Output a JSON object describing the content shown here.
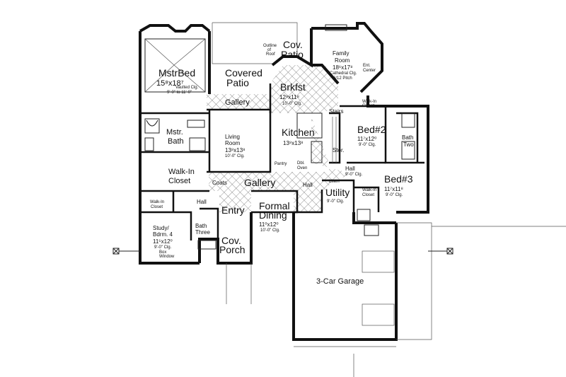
{
  "rooms": {
    "master_bed": {
      "name": "MstrBed",
      "size": "15⁸x18⁷",
      "note1": "Vaulted Clg.",
      "note2": "9'-0\" to 11'-0\""
    },
    "covered_patio": {
      "line1": "Covered",
      "line2": "Patio"
    },
    "cov_patio": {
      "line1": "Cov.",
      "line2": "Patio"
    },
    "outline_roof": {
      "line1": "Outline",
      "line2": "of",
      "line3": "Roof"
    },
    "family_room": {
      "line1": "Family",
      "line2": "Room",
      "size": "18⁶x17⁸",
      "note1": "Cathedral Clg.",
      "note2": "6/12 Pitch"
    },
    "ent_center": {
      "line1": "Ent.",
      "line2": "Center"
    },
    "breakfast": {
      "name": "Brkfst",
      "size": "12⁸x11⁸",
      "note": "10'-0\" Clg."
    },
    "gallery_top": {
      "name": "Gallery"
    },
    "walkin_closet_right": {
      "line1": "Walk-In",
      "line2": "Closet"
    },
    "stairs": {
      "name": "Stairs"
    },
    "mstr_bath": {
      "line1": "Mstr.",
      "line2": "Bath"
    },
    "living_room": {
      "line1": "Living",
      "line2": "Room",
      "size": "13⁸x13⁸",
      "note": "10'-0\" Clg."
    },
    "kitchen": {
      "name": "Kitchen",
      "size": "13⁸x13⁸"
    },
    "bed2": {
      "name": "Bed#2",
      "size": "11⁷x12⁰",
      "note": "9'-0\" Clg."
    },
    "bath_two": {
      "line1": "Bath",
      "line2": "Two"
    },
    "stor": {
      "name": "Stor."
    },
    "pantry": {
      "name": "Pantry"
    },
    "oven": {
      "line1": "Dbl.",
      "line2": "Oven"
    },
    "walkin_closet_master": {
      "line1": "Walk-In",
      "line2": "Closet"
    },
    "coats": {
      "name": "Coats"
    },
    "gallery_mid": {
      "name": "Gallery"
    },
    "hall_right": {
      "name": "Hall",
      "note": "9'-0\" Clg."
    },
    "bed3": {
      "name": "Bed#3",
      "size": "11⁷x11⁸",
      "note": "9'-0\" Clg."
    },
    "hall_center": {
      "name": "Hall"
    },
    "utility": {
      "name": "Utility",
      "note": "9'-0\" Clg."
    },
    "linen": {
      "name": "Linen"
    },
    "walkin_closet_bed3": {
      "line1": "Walk-In",
      "line2": "Closet"
    },
    "walkin_closet_study": {
      "line1": "Walk-In",
      "line2": "Closet"
    },
    "hall_left": {
      "name": "Hall"
    },
    "entry": {
      "name": "Entry"
    },
    "formal_dining": {
      "line1": "Formal",
      "line2": "Dining",
      "size": "11⁰x12⁰",
      "note": "10'-0\" Clg."
    },
    "study": {
      "line1": "Study/",
      "line2": "Bdrm. 4",
      "size": "11⁵x12⁰",
      "note": "9'-0\" Clg.",
      "window1": "Box",
      "window2": "Window"
    },
    "bath_three": {
      "line1": "Bath",
      "line2": "Three"
    },
    "cov_porch": {
      "line1": "Cov.",
      "line2": "Porch"
    },
    "garage": {
      "name": "3-Car Garage"
    }
  }
}
